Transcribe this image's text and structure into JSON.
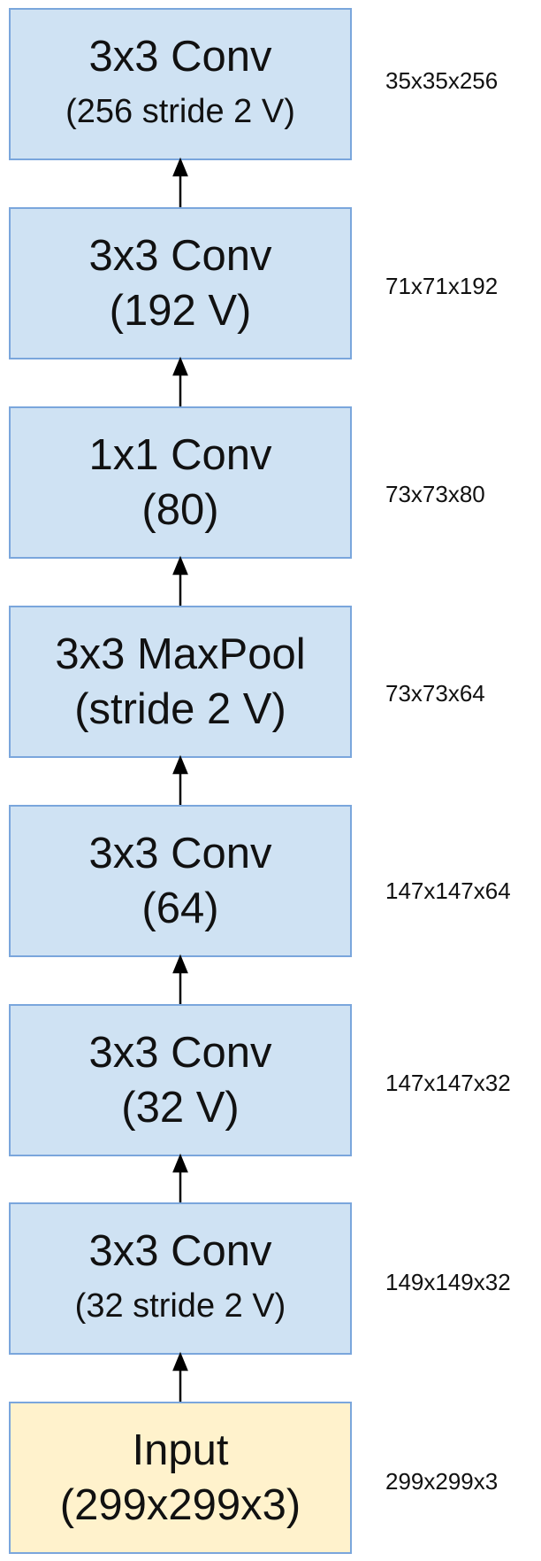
{
  "nodes": [
    {
      "line1": "3x3 Conv",
      "line2": "(256 stride 2 V)",
      "dims": "35x35x256"
    },
    {
      "line1": "3x3 Conv",
      "line2": "(192 V)",
      "dims": "71x71x192"
    },
    {
      "line1": "1x1 Conv",
      "line2": "(80)",
      "dims": "73x73x80"
    },
    {
      "line1": "3x3 MaxPool",
      "line2": "(stride 2 V)",
      "dims": "73x73x64"
    },
    {
      "line1": "3x3 Conv",
      "line2": "(64)",
      "dims": "147x147x64"
    },
    {
      "line1": "3x3 Conv",
      "line2": "(32 V)",
      "dims": "147x147x32"
    },
    {
      "line1": "3x3 Conv",
      "line2": "(32 stride 2 V)",
      "dims": "149x149x32"
    },
    {
      "line1": "Input",
      "line2": "(299x299x3)",
      "dims": "299x299x3"
    }
  ],
  "colors": {
    "layer_fill": "#cfe2f3",
    "layer_border": "#7aa6dc",
    "input_fill": "#fff2cc",
    "arrow": "#000000"
  }
}
